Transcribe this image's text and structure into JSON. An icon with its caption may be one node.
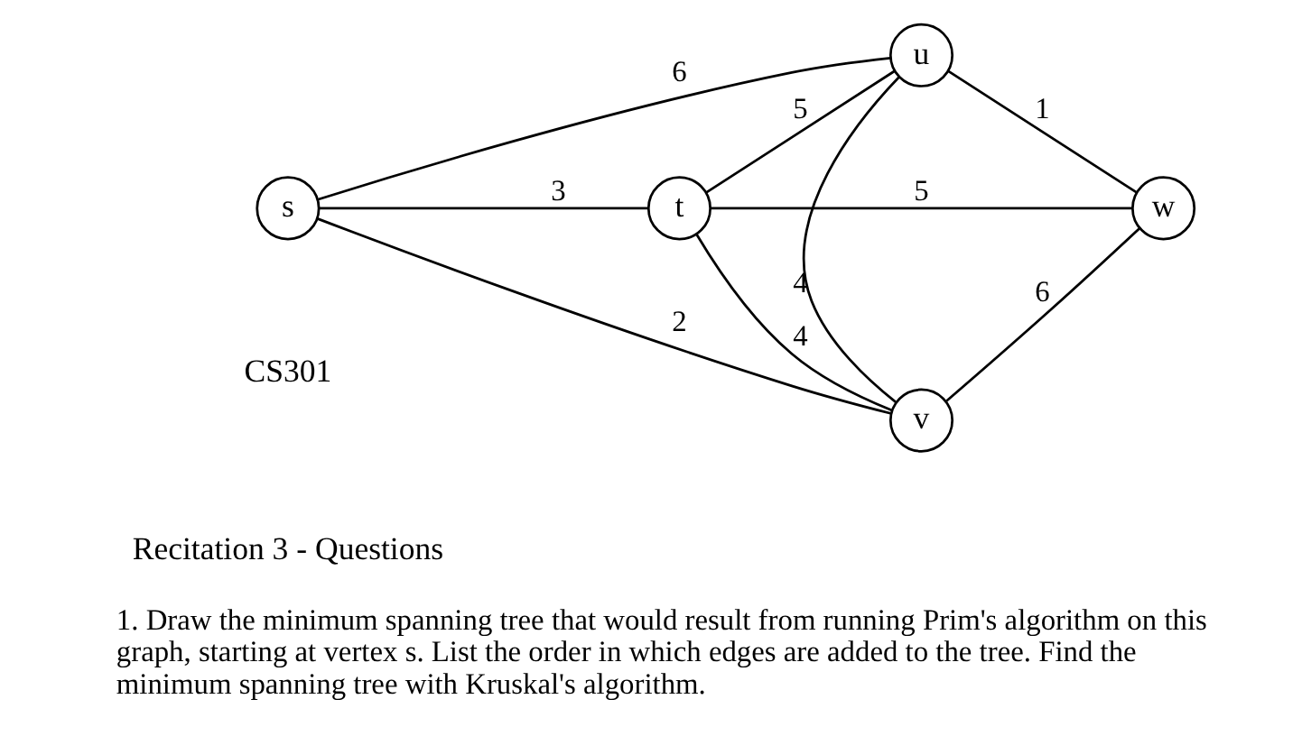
{
  "diagram": {
    "caption": "1. Draw the minimum spanning tree that would result from running Prim's algorithm on this graph, starting at vertex s. List the order in which edges are added to the tree. Find the minimum spanning tree with Kruskal's algorithm.",
    "nodes": [
      {
        "text": [
          "u"
        ]
      },
      {
        "text": [
          "s"
        ]
      },
      {
        "text": [
          "t"
        ]
      },
      {
        "text": [
          "w"
        ]
      },
      {
        "text": [
          "v"
        ]
      }
    ],
    "edges": [
      {
        "from": 1,
        "to": 0,
        "arrow": "none",
        "label": "6"
      },
      {
        "from": 2,
        "to": 0,
        "arrow": "none",
        "label": "5"
      },
      {
        "from": 0,
        "to": 4,
        "arrow": "none",
        "label": "4"
      },
      {
        "from": 0,
        "to": 3,
        "arrow": "none",
        "label": "1"
      },
      {
        "from": 1,
        "to": 2,
        "arrow": "none",
        "label": "3"
      },
      {
        "from": 2,
        "to": 3,
        "arrow": "none",
        "label": "5"
      },
      {
        "from": 2,
        "to": 4,
        "arrow": "none",
        "label": "4"
      },
      {
        "from": 1,
        "to": 4,
        "arrow": "none",
        "label": "2"
      },
      {
        "from": 4,
        "to": 3,
        "arrow": "none",
        "label": "6"
      }
    ],
    "labels": [
      "Recitation 3 - Questions",
      "CS301"
    ]
  }
}
